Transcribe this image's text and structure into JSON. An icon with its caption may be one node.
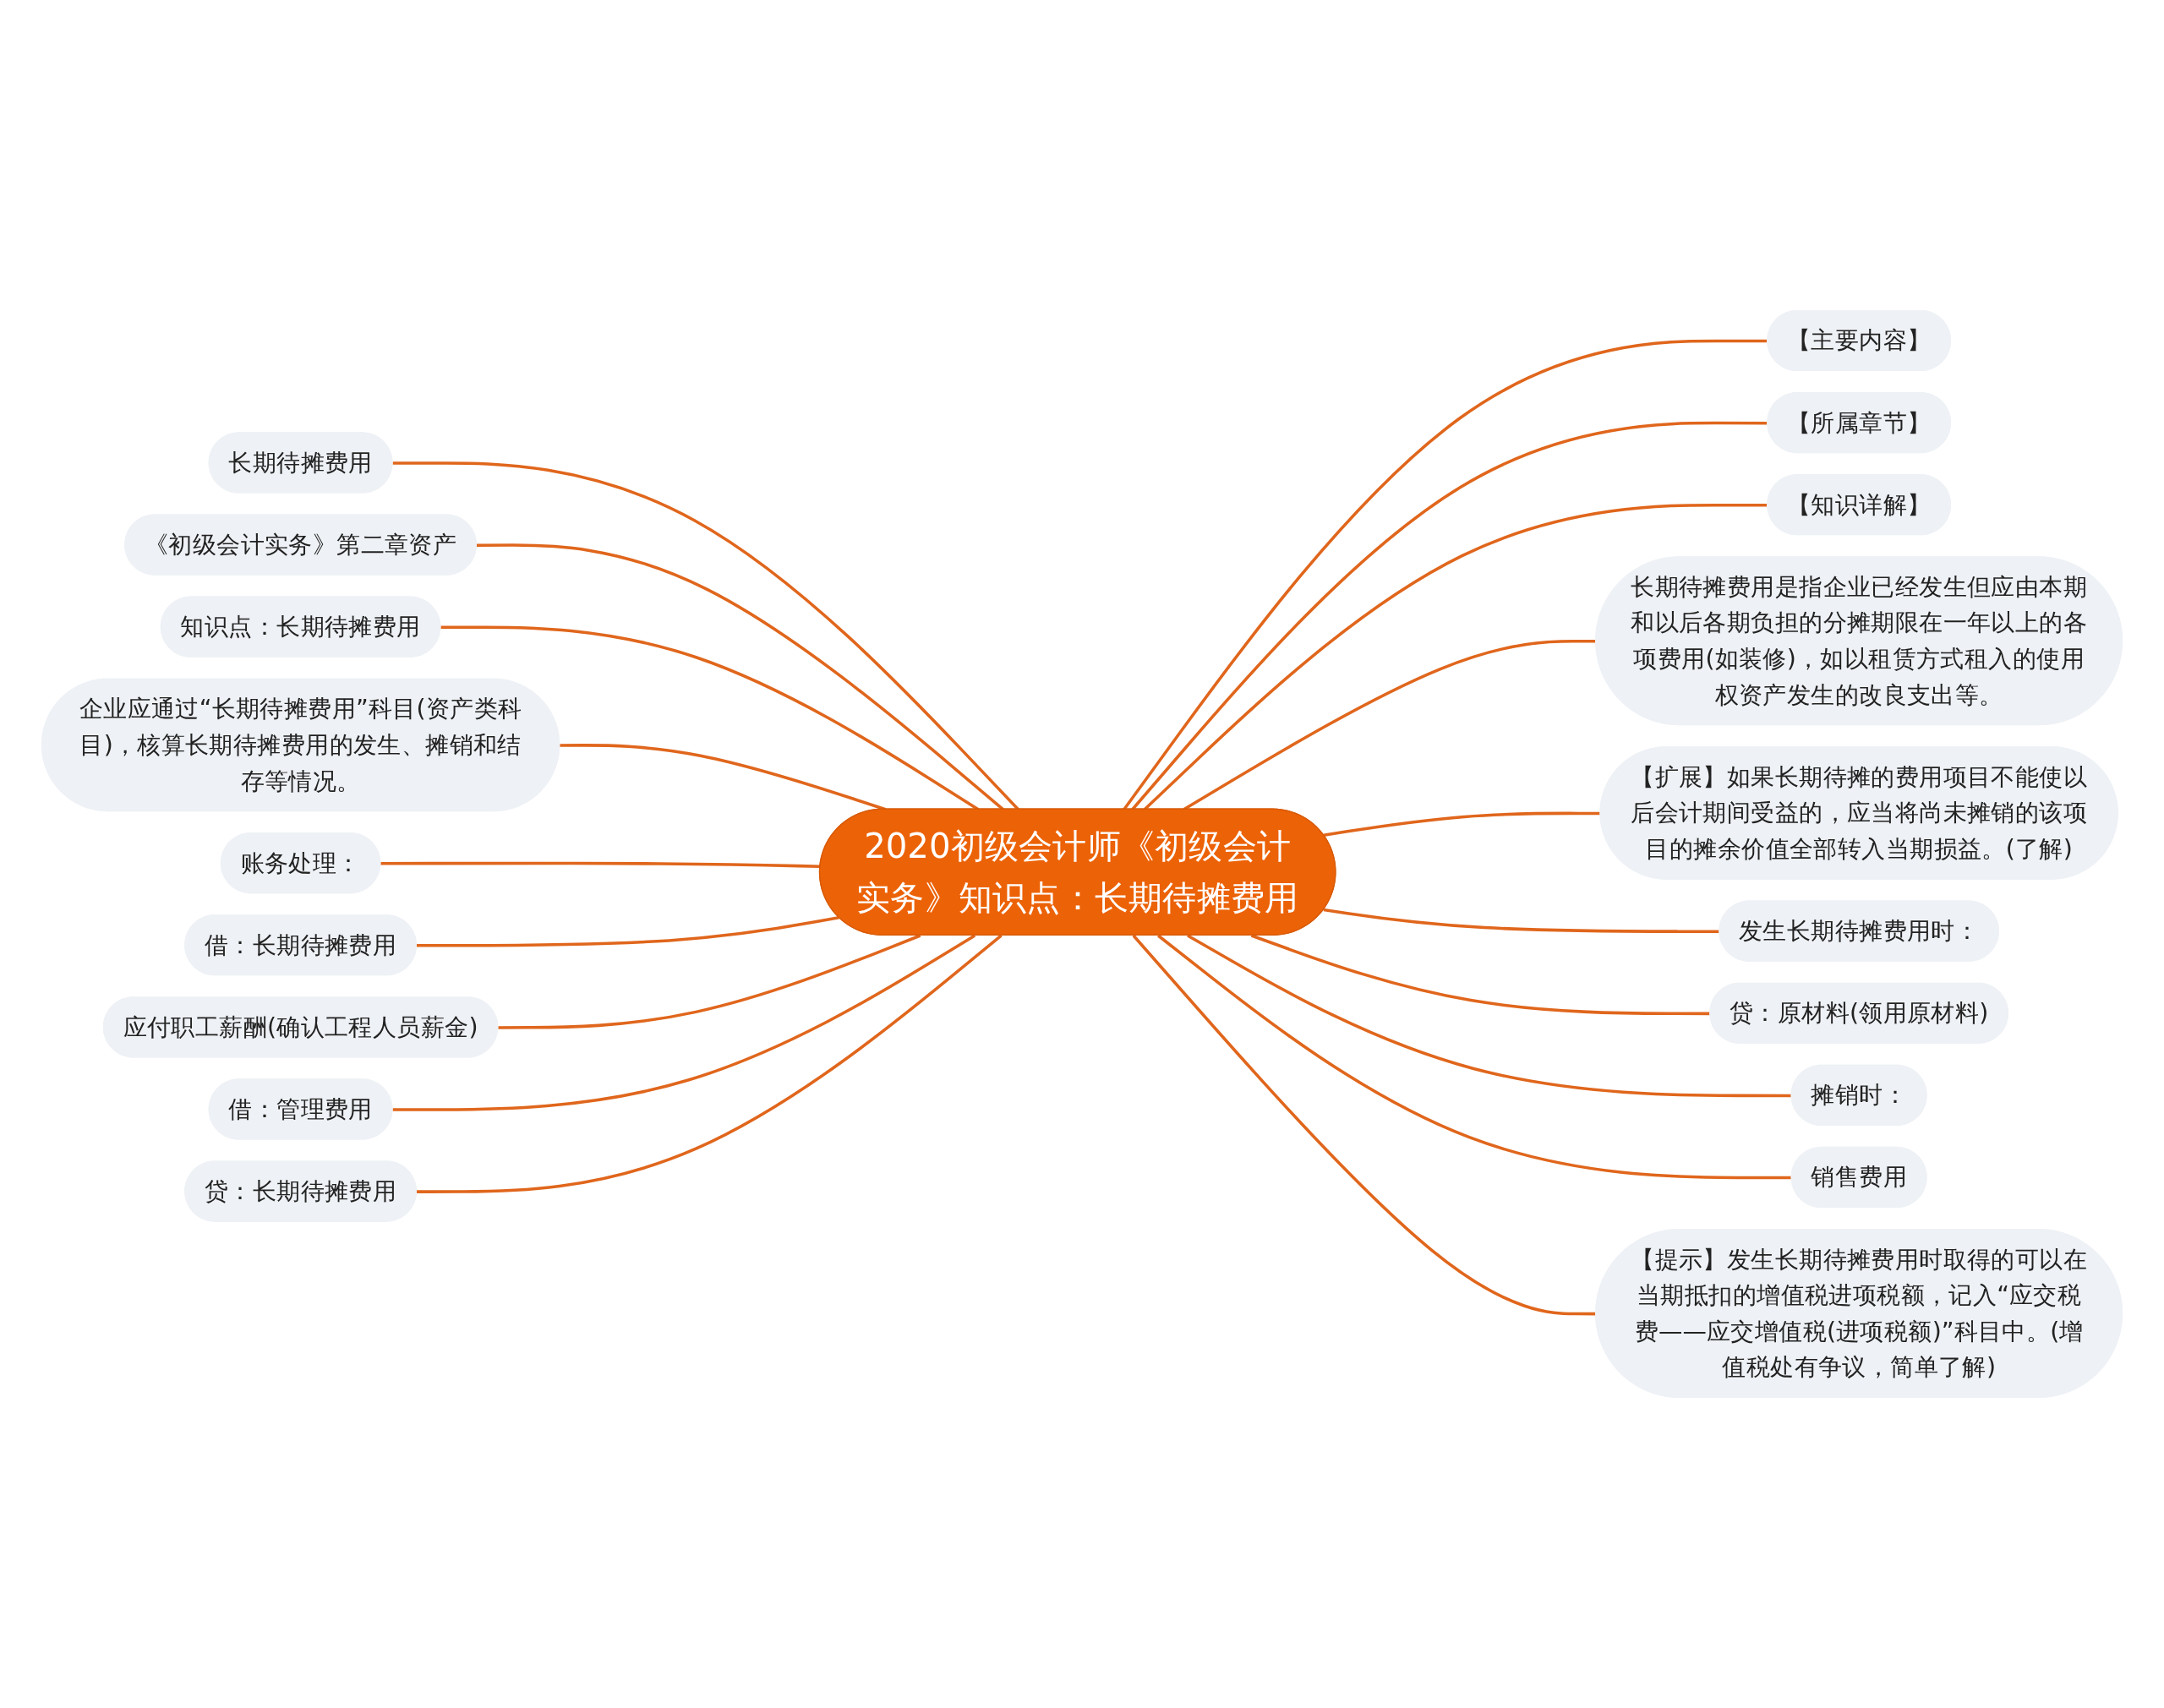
{
  "diagram": {
    "nodes": [
      {
        "text": [
          "2020初级会计师《初级会计实务》知识点：长期待摊费用"
        ]
      },
      {
        "text": [
          "长期待摊费用"
        ]
      },
      {
        "text": [
          "《初级会计实务》第二章资产"
        ]
      },
      {
        "text": [
          "知识点：长期待摊费用"
        ]
      },
      {
        "text": [
          "企业应通过“长期待摊费用”科目(资产类科目)，核算长期待摊费用的发生、摊销和结存等情况。"
        ]
      },
      {
        "text": [
          "账务处理："
        ]
      },
      {
        "text": [
          "借：长期待摊费用"
        ]
      },
      {
        "text": [
          "应付职工薪酬(确认工程人员薪金)"
        ]
      },
      {
        "text": [
          "借：管理费用"
        ]
      },
      {
        "text": [
          "贷：长期待摊费用"
        ]
      },
      {
        "text": [
          "【主要内容】"
        ]
      },
      {
        "text": [
          "【所属章节】"
        ]
      },
      {
        "text": [
          "【知识详解】"
        ]
      },
      {
        "text": [
          "长期待摊费用是指企业已经发生但应由本期和以后各期负担的分摊期限在一年以上的各项费用(如装修)，如以租赁方式租入的使用权资产发生的改良支出等。"
        ]
      },
      {
        "text": [
          "【扩展】如果长期待摊的费用项目不能使以后会计期间受益的，应当将尚未摊销的该项目的摊余价值全部转入当期损益。(了解)"
        ]
      },
      {
        "text": [
          "发生长期待摊费用时："
        ]
      },
      {
        "text": [
          "贷：原材料(领用原材料)"
        ]
      },
      {
        "text": [
          "摊销时："
        ]
      },
      {
        "text": [
          "销售费用"
        ]
      },
      {
        "text": [
          "【提示】发生长期待摊费用时取得的可以在当期抵扣的增值税进项税额，记入“应交税费——应交增值税(进项税额)”科目中。(增值税处有争议，简单了解)"
        ]
      }
    ],
    "edges": [
      {
        "from": 1,
        "to": 0,
        "arrow": "none"
      },
      {
        "from": 2,
        "to": 0,
        "arrow": "none"
      },
      {
        "from": 3,
        "to": 0,
        "arrow": "none"
      },
      {
        "from": 4,
        "to": 0,
        "arrow": "none"
      },
      {
        "from": 5,
        "to": 0,
        "arrow": "none"
      },
      {
        "from": 6,
        "to": 0,
        "arrow": "none"
      },
      {
        "from": 7,
        "to": 0,
        "arrow": "none"
      },
      {
        "from": 8,
        "to": 0,
        "arrow": "none"
      },
      {
        "from": 9,
        "to": 0,
        "arrow": "none"
      },
      {
        "from": 0,
        "to": 10,
        "arrow": "none"
      },
      {
        "from": 0,
        "to": 11,
        "arrow": "none"
      },
      {
        "from": 0,
        "to": 12,
        "arrow": "none"
      },
      {
        "from": 0,
        "to": 13,
        "arrow": "none"
      },
      {
        "from": 0,
        "to": 14,
        "arrow": "none"
      },
      {
        "from": 0,
        "to": 15,
        "arrow": "none"
      },
      {
        "from": 0,
        "to": 16,
        "arrow": "none"
      },
      {
        "from": 0,
        "to": 17,
        "arrow": "none"
      },
      {
        "from": 0,
        "to": 18,
        "arrow": "none"
      },
      {
        "from": 0,
        "to": 19,
        "arrow": "none"
      }
    ]
  }
}
